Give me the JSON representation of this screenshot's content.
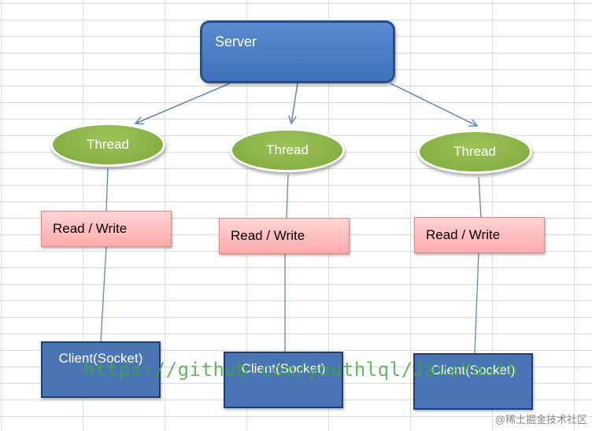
{
  "server": {
    "label": "Server"
  },
  "threads": [
    {
      "label": "Thread"
    },
    {
      "label": "Thread"
    },
    {
      "label": "Thread"
    }
  ],
  "read_write": [
    {
      "label": "Read / Write"
    },
    {
      "label": "Read / Write"
    },
    {
      "label": "Read / Write"
    }
  ],
  "clients": [
    {
      "label": "Client(Socket)"
    },
    {
      "label": "Client(Socket)"
    },
    {
      "label": "Client(Socket)"
    }
  ],
  "watermark": "https://github.com/youthlql/JavaYouth",
  "credit": "@稀土掘金技术社区",
  "colors": {
    "server_fill": "#4f7fc6",
    "thread_fill": "#8bb447",
    "read_write_fill": "#ffc0c0",
    "client_fill": "#4a74b4",
    "connector": "#5b86c4"
  }
}
